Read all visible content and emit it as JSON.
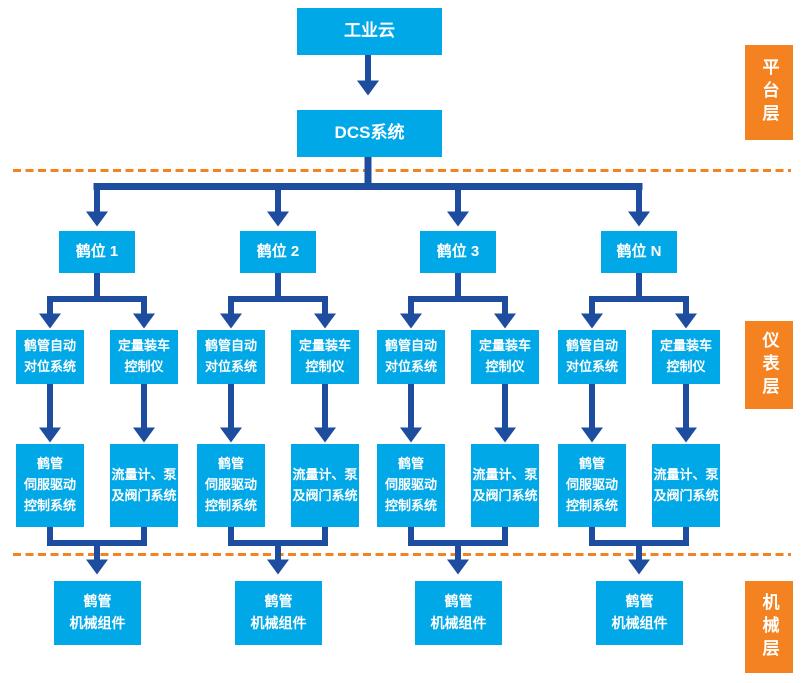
{
  "diagram": {
    "title_boxes": {
      "cloud": "工业云",
      "dcs": "DCS系统"
    },
    "layer_labels": {
      "platform": "平台层",
      "instrument": "仪表层",
      "mechanical": "机械层"
    },
    "branches": [
      {
        "title": "鹤位 1",
        "align_system": "鹤管自动\n对位系统",
        "loading_controller": "定量装车\n控制仪",
        "servo_system": "鹤管\n伺服驱动\n控制系统",
        "flow_valve_system": "流量计、泵\n及阀门系统",
        "mechanical_parts": "鹤管\n机械组件"
      },
      {
        "title": "鹤位 2",
        "align_system": "鹤管自动\n对位系统",
        "loading_controller": "定量装车\n控制仪",
        "servo_system": "鹤管\n伺服驱动\n控制系统",
        "flow_valve_system": "流量计、泵\n及阀门系统",
        "mechanical_parts": "鹤管\n机械组件"
      },
      {
        "title": "鹤位 3",
        "align_system": "鹤管自动\n对位系统",
        "loading_controller": "定量装车\n控制仪",
        "servo_system": "鹤管\n伺服驱动\n控制系统",
        "flow_valve_system": "流量计、泵\n及阀门系统",
        "mechanical_parts": "鹤管\n机械组件"
      },
      {
        "title": "鹤位 N",
        "align_system": "鹤管自动\n对位系统",
        "loading_controller": "定量装车\n控制仪",
        "servo_system": "鹤管\n伺服驱动\n控制系统",
        "flow_valve_system": "流量计、泵\n及阀门系统",
        "mechanical_parts": "鹤管\n机械组件"
      }
    ],
    "colors": {
      "box_cyan": "#00A8E8",
      "layer_orange": "#F58220",
      "arrow_blue": "#1E4C9E"
    }
  }
}
